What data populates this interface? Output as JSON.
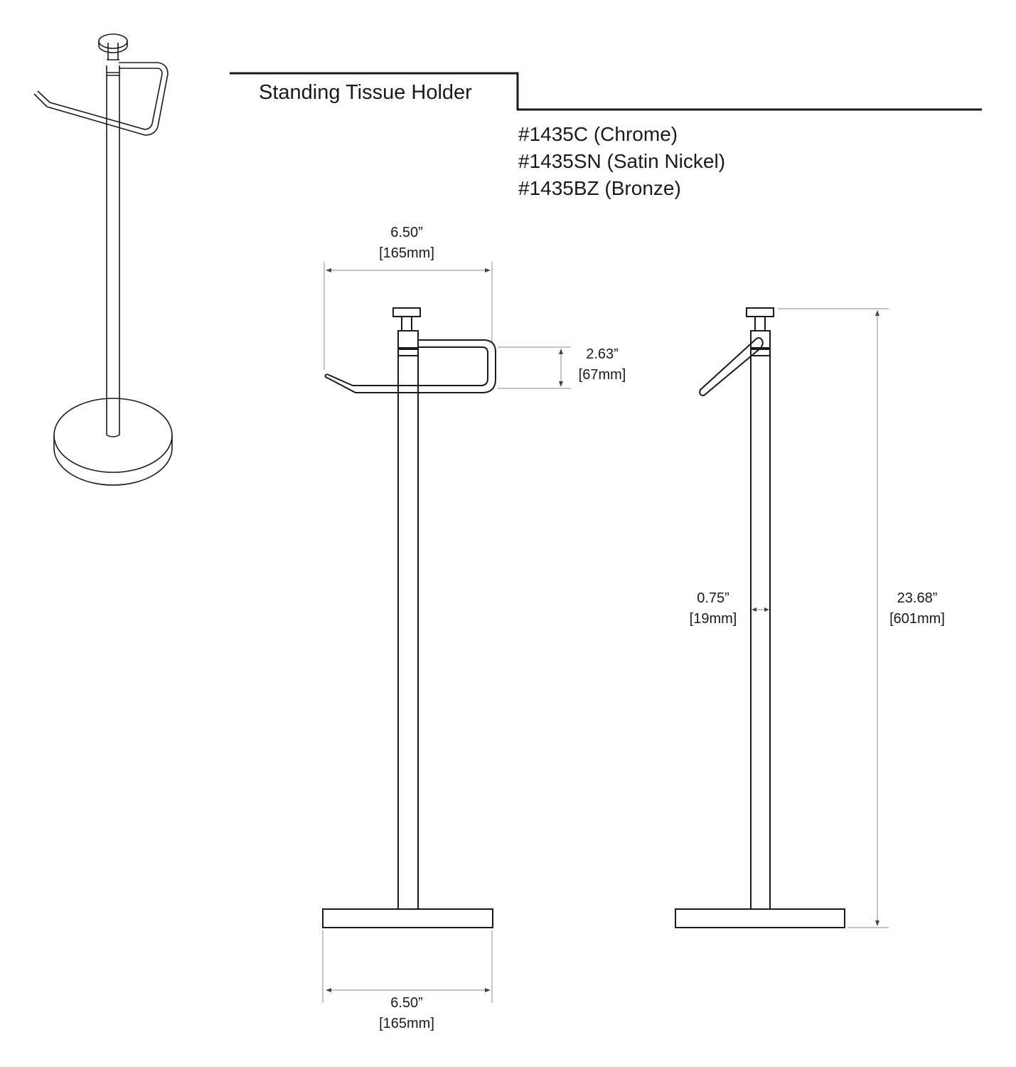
{
  "title": "Standing Tissue Holder",
  "models": [
    "#1435C (Chrome)",
    "#1435SN (Satin Nickel)",
    "#1435BZ (Bronze)"
  ],
  "dimensions": {
    "top_width": {
      "inches": "6.50”",
      "mm": "[165mm]"
    },
    "arm_height": {
      "inches": "2.63”",
      "mm": "[67mm]"
    },
    "pole_diameter": {
      "inches": "0.75”",
      "mm": "[19mm]"
    },
    "total_height": {
      "inches": "23.68”",
      "mm": "[601mm]"
    },
    "base_width": {
      "inches": "6.50”",
      "mm": "[165mm]"
    }
  }
}
